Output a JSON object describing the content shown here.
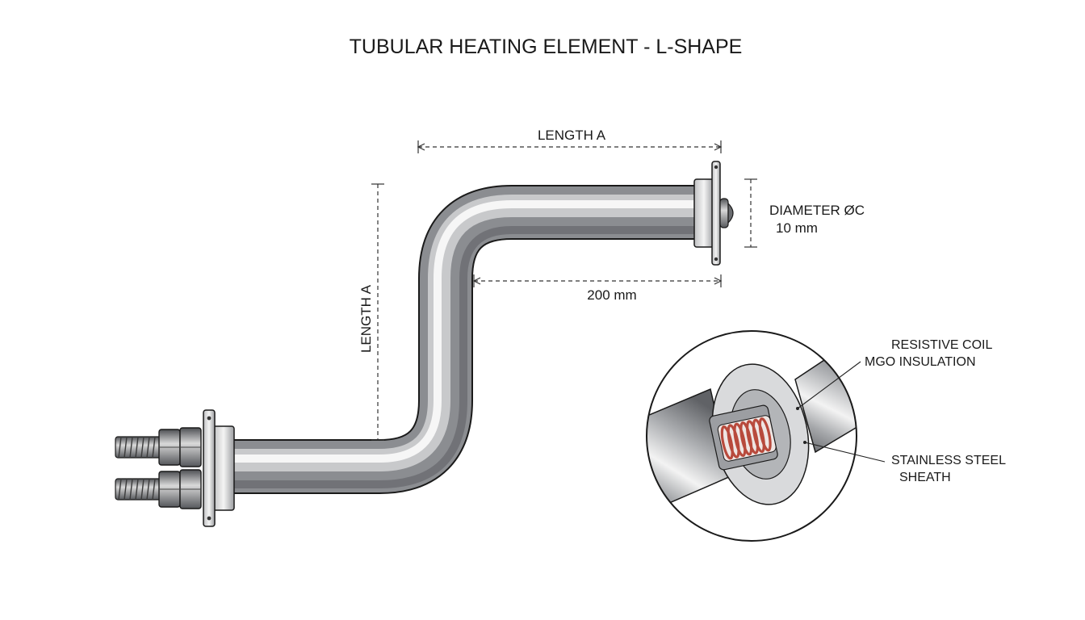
{
  "title": "TUBULAR HEATING ELEMENT - L-SHAPE",
  "dimensions": {
    "length_top": "LENGTH A",
    "length_vertical": "LENGTH A",
    "diameter_label": "DIAMETER ØC",
    "diameter_value": "10 mm",
    "horizontal_value": "200 mm"
  },
  "callouts": {
    "resistive_coil": "RESISTIVE COIL",
    "mgo_insulation": "MGO INSULATION",
    "sheath_line1": "STAINLESS STEEL",
    "sheath_line2": "SHEATH"
  },
  "colors": {
    "steel_dark": "#6d6f73",
    "steel_light": "#f4f4f4",
    "coil": "#b84a3c",
    "outline": "#1a1a1a"
  }
}
